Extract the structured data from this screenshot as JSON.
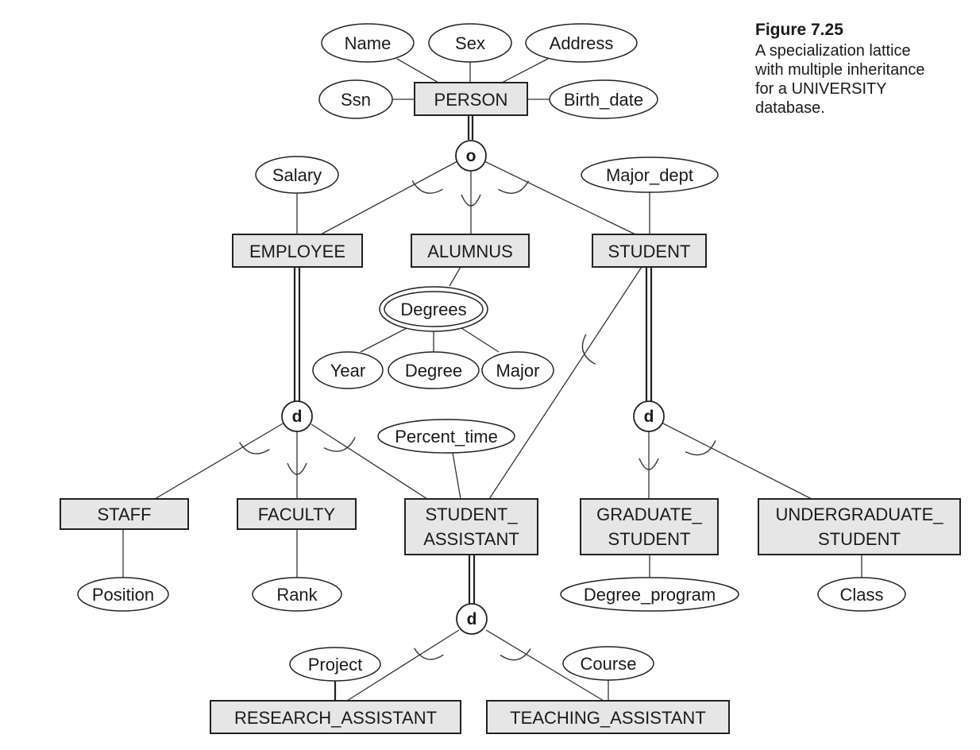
{
  "figure": {
    "number": "Figure 7.25",
    "caption_lines": [
      "A specialization lattice",
      "with multiple inheritance",
      "for a UNIVERSITY",
      "database."
    ]
  },
  "entities": {
    "person": "PERSON",
    "employee": "EMPLOYEE",
    "alumnus": "ALUMNUS",
    "student": "STUDENT",
    "staff": "STAFF",
    "faculty": "FACULTY",
    "student_assistant": [
      "STUDENT_",
      "ASSISTANT"
    ],
    "graduate_student": [
      "GRADUATE_",
      "STUDENT"
    ],
    "undergraduate_student": [
      "UNDERGRADUATE_",
      "STUDENT"
    ],
    "research_assistant": "RESEARCH_ASSISTANT",
    "teaching_assistant": "TEACHING_ASSISTANT"
  },
  "attributes": {
    "name": "Name",
    "sex": "Sex",
    "address": "Address",
    "ssn": "Ssn",
    "birth_date": "Birth_date",
    "salary": "Salary",
    "major_dept": "Major_dept",
    "degrees": "Degrees",
    "year": "Year",
    "degree": "Degree",
    "major": "Major",
    "percent_time": "Percent_time",
    "position": "Position",
    "rank": "Rank",
    "degree_program": "Degree_program",
    "class": "Class",
    "project": "Project",
    "course": "Course"
  },
  "specializations": {
    "person": "o",
    "employee": "d",
    "student": "d",
    "student_assistant": "d"
  }
}
